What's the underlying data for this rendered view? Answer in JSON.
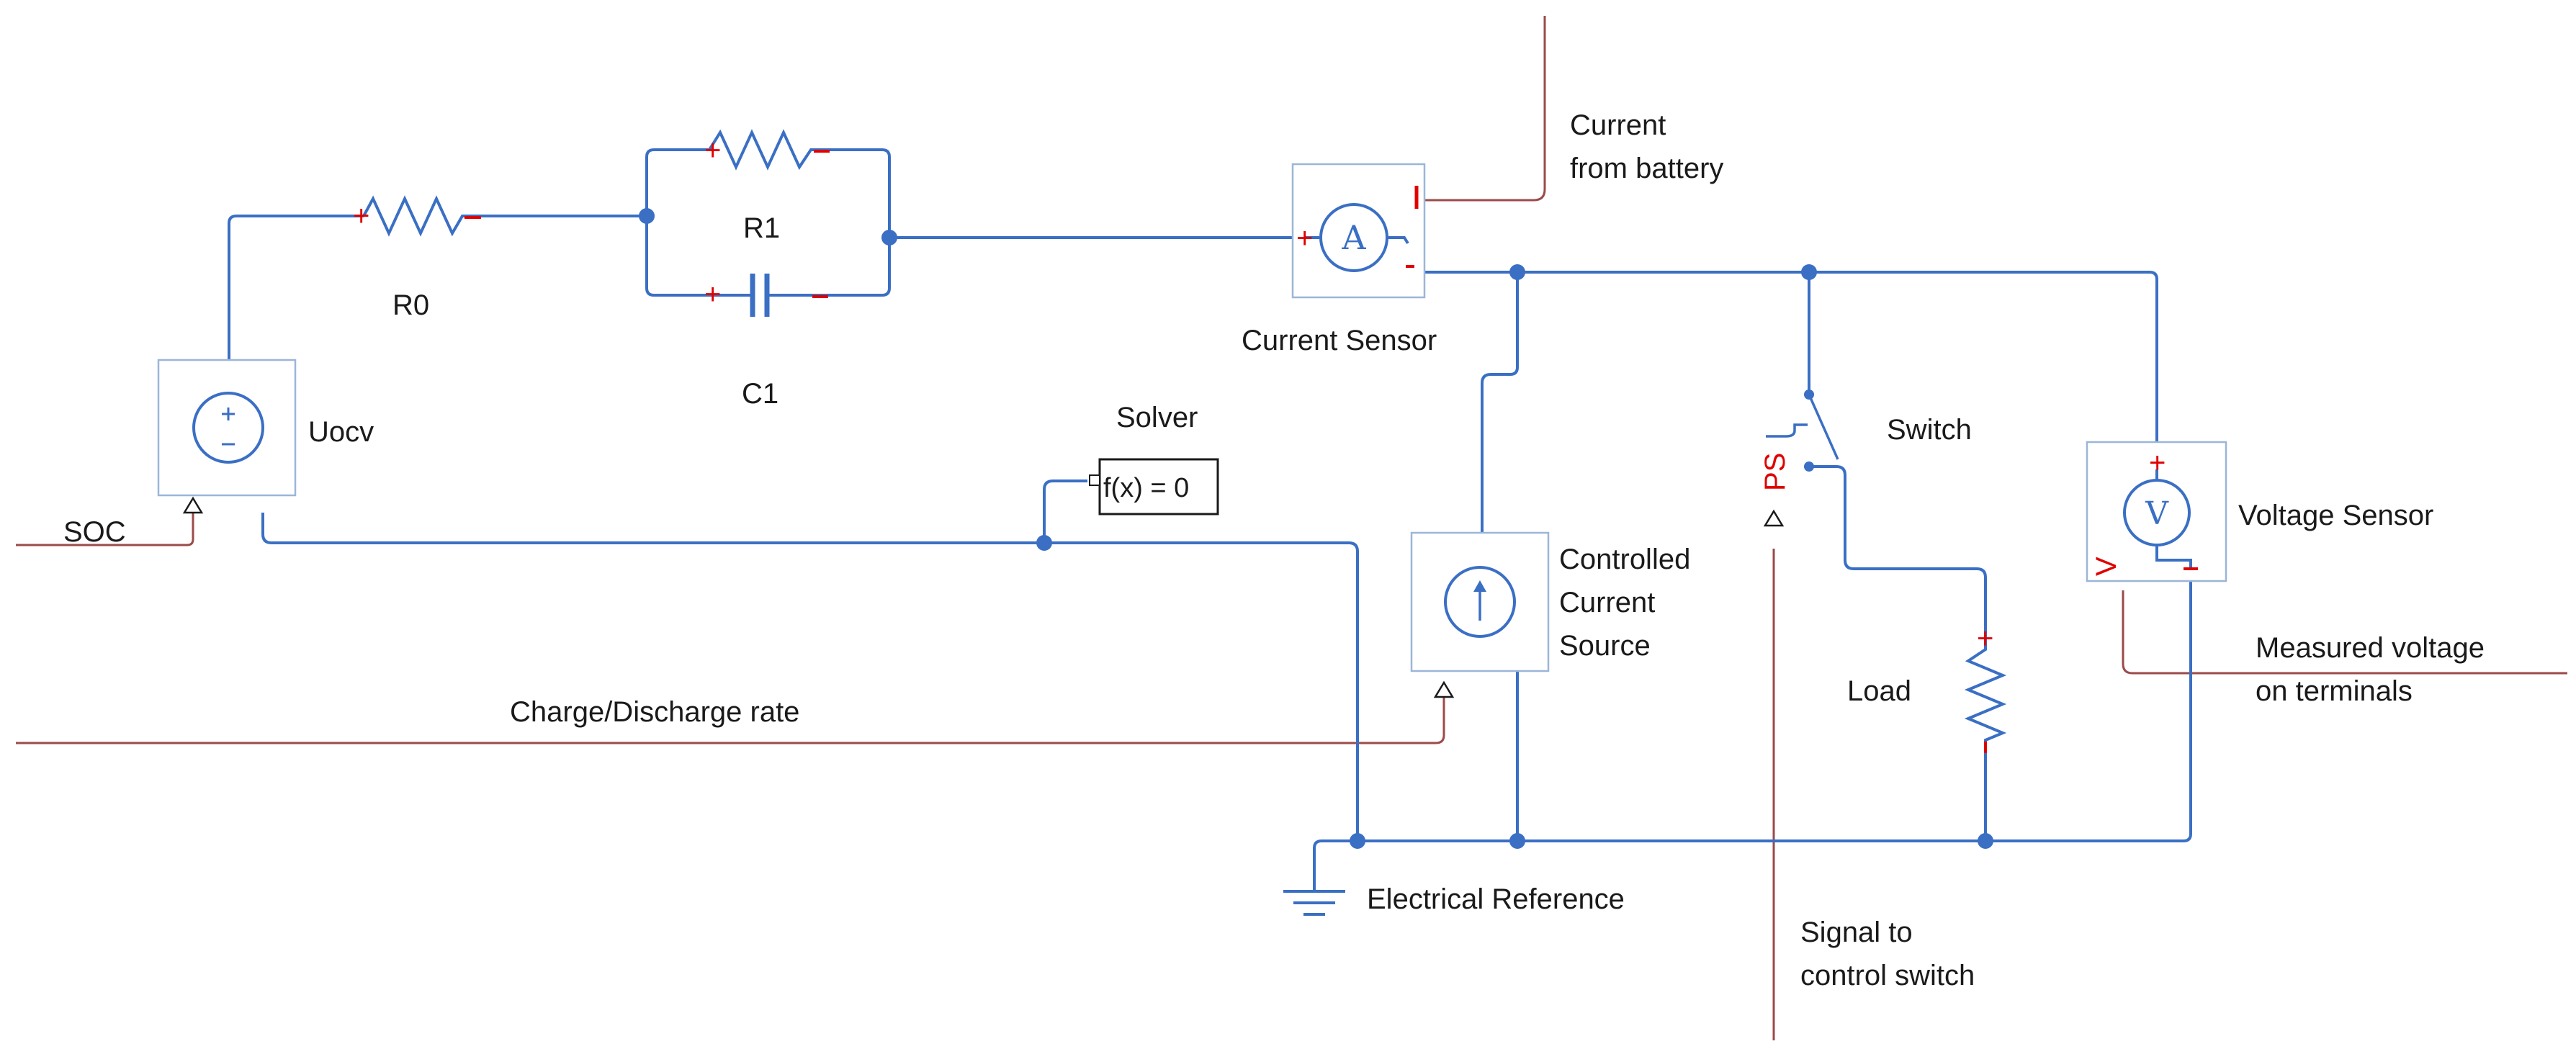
{
  "components": {
    "r0": "R0",
    "r1": "R1",
    "c1": "C1",
    "uocv": "Uocv",
    "solver": "Solver",
    "solver_eq": "f(x) = 0",
    "current_sensor": "Current Sensor",
    "controlled_current_source": [
      "Controlled",
      "Current",
      "Source"
    ],
    "switch": "Switch",
    "load": "Load",
    "voltage_sensor": "Voltage Sensor",
    "electrical_reference": "Electrical Reference"
  },
  "signals": {
    "soc": "SOC",
    "charge_rate": "Charge/Discharge rate",
    "current_out": [
      "Current",
      "from battery"
    ],
    "measured_voltage": [
      "Measured voltage",
      "on terminals"
    ],
    "switch_signal": [
      "Signal to",
      "control switch"
    ]
  },
  "port_labels": {
    "ammeter": "A",
    "voltmeter": "V",
    "current_port": "I",
    "voltage_port": "V",
    "ps_port": "PS",
    "plus": "+",
    "minus": "-"
  },
  "colors": {
    "wire": "#3a6fc4",
    "signal": "#9c4a4a",
    "port": "#e00000"
  }
}
